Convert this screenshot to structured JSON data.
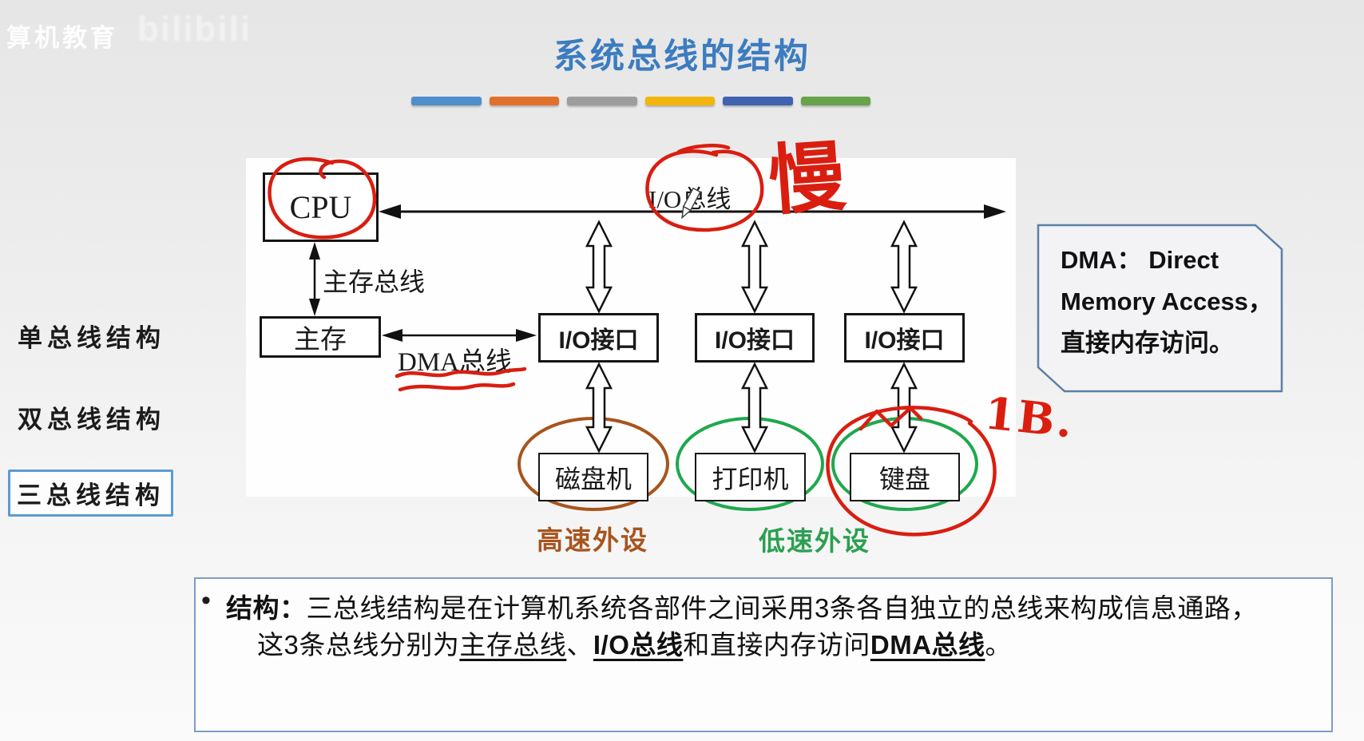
{
  "theme": {
    "title_color": "#3C7CC0",
    "ink_color": "#D91E10",
    "high_speed_color": "#A8541D",
    "low_speed_color": "#2BA050",
    "callout_border": "#5B7FA6",
    "footer_border": "#7C9CC6",
    "active_item_border": "#5B9BD5"
  },
  "watermark": {
    "text": "算机教育",
    "logo_text": "bilibili"
  },
  "header": {
    "title": "系统总线的结构"
  },
  "accent_bars": [
    "#4E8ECB",
    "#E2702D",
    "#9D9D9D",
    "#F2B50A",
    "#3F63B0",
    "#67A34A"
  ],
  "sidebar": {
    "items": [
      {
        "label": "单总线结构",
        "active": false
      },
      {
        "label": "双总线结构",
        "active": false
      },
      {
        "label": "三总线结构",
        "active": true
      }
    ]
  },
  "diagram": {
    "cpu_label": "CPU",
    "main_memory_label": "主存",
    "main_memory_bus_label": "主存总线",
    "dma_bus_label": "DMA总线",
    "io_bus_label": "I/O总线",
    "io_interfaces": [
      "I/O接口",
      "I/O接口",
      "I/O接口"
    ],
    "peripherals": [
      {
        "label": "磁盘机",
        "ellipse_color": "#A8541D"
      },
      {
        "label": "打印机",
        "ellipse_color": "#1FA84D"
      },
      {
        "label": "键盘",
        "ellipse_color": "#1FA84D"
      }
    ],
    "high_speed_label": "高速外设",
    "low_speed_label": "低速外设"
  },
  "annotations": {
    "slow_note": "慢",
    "keyboard_note": "1B."
  },
  "dma_note": {
    "line1": "DMA：  Direct",
    "line2": "Memory Access，",
    "line3": "直接内存访问。"
  },
  "footer": {
    "bullet": "•",
    "lead": "结构：",
    "line1_rest": "三总线结构是在计算机系统各部件之间采用3条各自独立的总线来构成信息通路，",
    "line2_pre": "这3条总线分别为",
    "bus1": "主存总线",
    "sep": "、",
    "bus2": "I/O总线",
    "line2_mid": "和直接内存访问",
    "bus3": "DMA总线",
    "period": "。"
  }
}
